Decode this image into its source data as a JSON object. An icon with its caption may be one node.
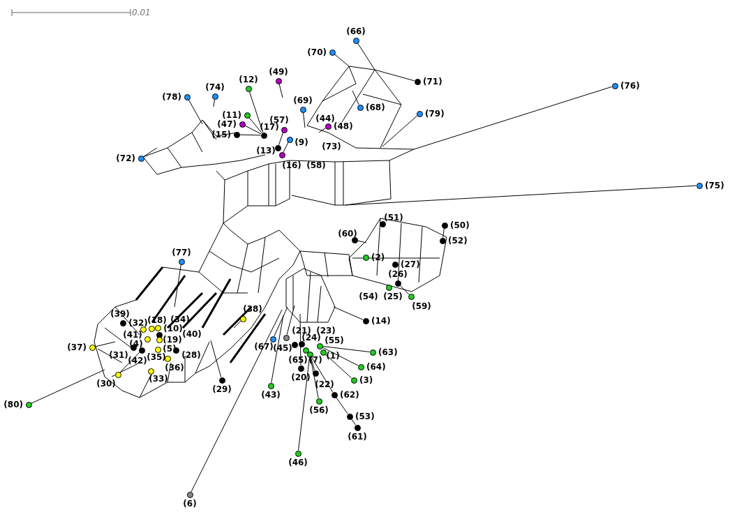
{
  "diagram": {
    "nodes": [
      {
        "text": [],
        "shape": "circle",
        "beside": [
          "(66)"
        ]
      },
      {
        "text": [],
        "shape": "circle",
        "beside": [
          "(70)"
        ]
      },
      {
        "text": [],
        "shape": "circle",
        "beside": [
          "(71)"
        ]
      },
      {
        "text": [],
        "shape": "circle",
        "beside": [
          "(49)"
        ]
      },
      {
        "text": [],
        "shape": "circle",
        "beside": [
          "(12)"
        ]
      },
      {
        "text": [],
        "shape": "circle",
        "beside": [
          "(76)"
        ]
      },
      {
        "text": [],
        "shape": "circle",
        "beside": [
          "(78)"
        ]
      },
      {
        "text": [],
        "shape": "circle",
        "beside": [
          "(74)"
        ]
      },
      {
        "text": [],
        "shape": "circle",
        "beside": [
          "(69)"
        ]
      },
      {
        "text": [],
        "shape": "circle",
        "beside": [
          "(68)"
        ]
      },
      {
        "text": [],
        "shape": "circle",
        "beside": [
          "(79)"
        ]
      },
      {
        "text": [],
        "shape": "circle",
        "beside": [
          "(11)"
        ]
      },
      {
        "text": [],
        "shape": "circle",
        "beside": [
          "(47)"
        ]
      },
      {
        "text": [],
        "shape": "circle",
        "beside": [
          "(48)"
        ]
      },
      {
        "text": [],
        "shape": "circle",
        "beside": [
          "(57)"
        ]
      },
      {
        "text": [],
        "shape": "circle",
        "beside": [
          "(15)"
        ]
      },
      {
        "text": [],
        "shape": "circle",
        "beside": [
          "(17)"
        ]
      },
      {
        "text": [],
        "shape": "circle",
        "beside": [
          "(9)"
        ]
      },
      {
        "text": [],
        "shape": "circle",
        "beside": [
          "(13)"
        ]
      },
      {
        "text": [],
        "shape": "circle",
        "beside": [
          "(72)"
        ]
      },
      {
        "text": [],
        "shape": "circle",
        "beside": [
          "(16)"
        ]
      },
      {
        "text": [],
        "shape": "circle",
        "beside": [
          "(75)"
        ]
      },
      {
        "text": [],
        "shape": "circle",
        "beside": [
          "(51)"
        ]
      },
      {
        "text": [],
        "shape": "circle",
        "beside": [
          "(50)"
        ]
      },
      {
        "text": [],
        "shape": "circle",
        "beside": [
          "(60)"
        ]
      },
      {
        "text": [],
        "shape": "circle",
        "beside": [
          "(52)"
        ]
      },
      {
        "text": [],
        "shape": "circle",
        "beside": [
          "(2)"
        ]
      },
      {
        "text": [],
        "shape": "circle",
        "beside": [
          "(77)"
        ]
      },
      {
        "text": [],
        "shape": "circle",
        "beside": [
          "(27)"
        ]
      },
      {
        "text": [],
        "shape": "circle",
        "beside": [
          "(26)"
        ]
      },
      {
        "text": [],
        "shape": "circle",
        "beside": [
          "(25)"
        ]
      },
      {
        "text": [],
        "shape": "circle",
        "beside": [
          "(59)"
        ]
      },
      {
        "text": [],
        "shape": "circle",
        "beside": [
          "(38)"
        ]
      },
      {
        "text": [],
        "shape": "circle",
        "beside": [
          "(14)"
        ]
      },
      {
        "text": [],
        "shape": "circle",
        "beside": [
          "(39)"
        ]
      },
      {
        "text": [],
        "shape": "circle",
        "beside": [
          "(32)"
        ]
      },
      {
        "text": [],
        "shape": "circle",
        "beside": [
          "(18)"
        ]
      },
      {
        "text": [],
        "shape": "circle",
        "beside": [
          "(10)"
        ]
      },
      {
        "text": [],
        "shape": "circle",
        "beside": [
          "(41)"
        ]
      },
      {
        "text": [],
        "shape": "circle",
        "beside": [
          "(19)"
        ]
      },
      {
        "text": [],
        "shape": "circle",
        "beside": [
          "(21)"
        ]
      },
      {
        "text": [],
        "shape": "circle",
        "beside": [
          "(24)"
        ]
      },
      {
        "text": [],
        "shape": "circle",
        "beside": [
          "(55)"
        ]
      },
      {
        "text": [],
        "shape": "circle",
        "beside": [
          "(67)"
        ]
      },
      {
        "text": [],
        "shape": "circle",
        "beside": [
          "(45)"
        ]
      },
      {
        "text": [],
        "shape": "circle",
        "beside": [
          "(37)"
        ]
      },
      {
        "text": [],
        "shape": "circle",
        "beside": [
          "(31)"
        ]
      },
      {
        "text": [],
        "shape": "circle",
        "beside": [
          "(5)"
        ]
      },
      {
        "text": [],
        "shape": "circle",
        "beside": [
          "(35)"
        ]
      },
      {
        "text": [],
        "shape": "circle",
        "beside": [
          "(42)"
        ]
      },
      {
        "text": [],
        "shape": "circle",
        "beside": [
          "(28)"
        ]
      },
      {
        "text": [],
        "shape": "circle",
        "beside": [
          "(63)"
        ]
      },
      {
        "text": [],
        "shape": "circle",
        "beside": [
          "(1)"
        ]
      },
      {
        "text": [],
        "shape": "circle",
        "beside": [
          "(65)"
        ]
      },
      {
        "text": [],
        "shape": "circle",
        "beside": [
          "(7)"
        ]
      },
      {
        "text": [],
        "shape": "circle",
        "beside": [
          "(36)"
        ]
      },
      {
        "text": [],
        "shape": "circle",
        "beside": [
          "(20)"
        ]
      },
      {
        "text": [],
        "shape": "circle",
        "beside": [
          "(64)"
        ]
      },
      {
        "text": [],
        "shape": "circle",
        "beside": [
          "(33)"
        ]
      },
      {
        "text": [],
        "shape": "circle",
        "beside": [
          "(22)"
        ]
      },
      {
        "text": [],
        "shape": "circle",
        "beside": [
          "(30)"
        ]
      },
      {
        "text": [],
        "shape": "circle",
        "beside": [
          "(3)"
        ]
      },
      {
        "text": [],
        "shape": "circle",
        "beside": [
          "(29)"
        ]
      },
      {
        "text": [],
        "shape": "circle",
        "beside": [
          "(43)"
        ]
      },
      {
        "text": [],
        "shape": "circle",
        "beside": [
          "(62)"
        ]
      },
      {
        "text": [],
        "shape": "circle",
        "beside": [
          "(56)"
        ]
      },
      {
        "text": [],
        "shape": "circle",
        "beside": [
          "(80)"
        ]
      },
      {
        "text": [],
        "shape": "circle",
        "beside": [
          "(53)"
        ]
      },
      {
        "text": [],
        "shape": "circle",
        "beside": [
          "(61)"
        ]
      },
      {
        "text": [],
        "shape": "circle",
        "beside": [
          "(46)"
        ]
      },
      {
        "text": [],
        "shape": "circle",
        "beside": [
          "(6)"
        ]
      }
    ],
    "edges": [
      {
        "from": 0,
        "to": null,
        "arrow": "none"
      },
      {
        "from": 1,
        "to": null,
        "arrow": "none"
      },
      {
        "from": 2,
        "to": null,
        "arrow": "none"
      },
      {
        "from": 3,
        "to": null,
        "arrow": "none"
      },
      {
        "from": 4,
        "to": 16,
        "arrow": "none"
      },
      {
        "from": 5,
        "to": null,
        "arrow": "none"
      },
      {
        "from": 6,
        "to": null,
        "arrow": "none"
      },
      {
        "from": 7,
        "to": null,
        "arrow": "none"
      },
      {
        "from": 8,
        "to": null,
        "arrow": "none"
      },
      {
        "from": 9,
        "to": null,
        "arrow": "none"
      },
      {
        "from": 10,
        "to": null,
        "arrow": "none"
      },
      {
        "from": 11,
        "to": 16,
        "arrow": "none"
      },
      {
        "from": 12,
        "to": 16,
        "arrow": "none"
      },
      {
        "from": 13,
        "to": null,
        "arrow": "none"
      },
      {
        "from": 14,
        "to": 18,
        "arrow": "none"
      },
      {
        "from": 15,
        "to": 16,
        "arrow": "none"
      },
      {
        "from": 17,
        "to": 20,
        "arrow": "none"
      },
      {
        "from": 19,
        "to": null,
        "arrow": "none"
      },
      {
        "from": 21,
        "to": null,
        "arrow": "none"
      },
      {
        "from": 23,
        "to": 25,
        "arrow": "none"
      },
      {
        "from": 24,
        "to": null,
        "arrow": "none"
      },
      {
        "from": 27,
        "to": null,
        "arrow": "none"
      },
      {
        "from": 31,
        "to": 29,
        "arrow": "none"
      },
      {
        "from": 32,
        "to": null,
        "arrow": "none"
      },
      {
        "from": 33,
        "to": null,
        "arrow": "none"
      },
      {
        "from": 43,
        "to": null,
        "arrow": "none"
      },
      {
        "from": 44,
        "to": null,
        "arrow": "none"
      },
      {
        "from": 45,
        "to": null,
        "arrow": "none"
      },
      {
        "from": 51,
        "to": 42,
        "arrow": "none"
      },
      {
        "from": 56,
        "to": null,
        "arrow": "none"
      },
      {
        "from": 57,
        "to": 42,
        "arrow": "none"
      },
      {
        "from": 59,
        "to": 54,
        "arrow": "none"
      },
      {
        "from": 60,
        "to": 49,
        "arrow": "none"
      },
      {
        "from": 61,
        "to": 52,
        "arrow": "none"
      },
      {
        "from": 62,
        "to": null,
        "arrow": "none"
      },
      {
        "from": 63,
        "to": null,
        "arrow": "none"
      },
      {
        "from": 64,
        "to": 54,
        "arrow": "none"
      },
      {
        "from": 65,
        "to": 54,
        "arrow": "none"
      },
      {
        "from": 66,
        "to": null,
        "arrow": "none"
      },
      {
        "from": 67,
        "to": 64,
        "arrow": "none"
      },
      {
        "from": 68,
        "to": 67,
        "arrow": "none"
      },
      {
        "from": 69,
        "to": 54,
        "arrow": "none"
      },
      {
        "from": 70,
        "to": null,
        "arrow": "none"
      }
    ],
    "labels": [
      "0.01",
      "(44)",
      "(73)",
      "(58)",
      "(54)",
      "(34)",
      "(4)",
      "(40)",
      "(23)"
    ]
  }
}
